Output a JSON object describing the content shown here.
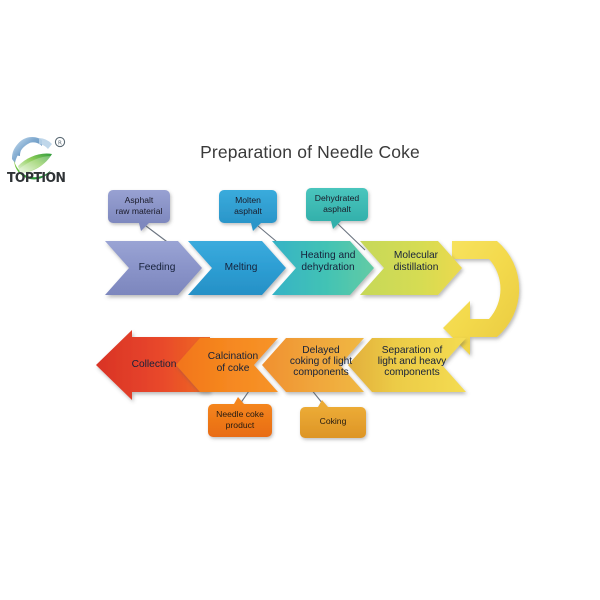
{
  "header": {
    "title": "Preparation of Needle Coke",
    "logo_wordmark": "TOPTION",
    "logo_trademark": "®",
    "logo_icon_name": "toption-circular-swoosh-logo"
  },
  "colors": {
    "background": "#ffffff",
    "title_text": "#3a3a3a",
    "feeding": "#8b95ca",
    "melting": "#2e9fd4",
    "heating": "#3fc0b8",
    "molecular": "#cdd94f",
    "uturn": "#f5dd52",
    "separation": "#f2d44a",
    "delayed_coking": "#f0a33a",
    "calcination": "#f5861f",
    "collection": "#e8402a",
    "callout_asphalt": "#8b95ca",
    "callout_molten": "#2e9fd4",
    "callout_dehydrated": "#3fc0b8",
    "callout_needle": "#ef7a18",
    "callout_coking": "#e5a02e"
  },
  "chart_data": {
    "type": "diagram",
    "title": "Preparation of Needle Coke",
    "diagram_kind": "horizontal-chevron-process-flow-with-u-turn",
    "flow_direction": "top row left-to-right, U-turn at right, bottom row right-to-left",
    "rows": [
      {
        "row": "top",
        "direction": "left-to-right",
        "steps": [
          {
            "index": 1,
            "label": "Feeding",
            "color": "#8b95ca"
          },
          {
            "index": 2,
            "label": "Melting",
            "color": "#2e9fd4"
          },
          {
            "index": 3,
            "label": "Heating and dehydration",
            "color": "#3fc0b8"
          },
          {
            "index": 4,
            "label": "Molecular distillation",
            "color": "#cdd94f"
          }
        ]
      },
      {
        "row": "bottom",
        "direction": "right-to-left",
        "steps": [
          {
            "index": 5,
            "label": "Separation of light and heavy components",
            "color": "#f2d44a"
          },
          {
            "index": 6,
            "label": "Delayed coking of light components",
            "color": "#f0a33a"
          },
          {
            "index": 7,
            "label": "Calcination of coke",
            "color": "#f5861f"
          },
          {
            "index": 8,
            "label": "Collection",
            "color": "#e8402a"
          }
        ]
      }
    ],
    "callouts": [
      {
        "label": "Asphalt raw material",
        "attaches_to": "Feeding",
        "position": "above",
        "color": "#8b95ca"
      },
      {
        "label": "Molten asphalt",
        "attaches_to": "Melting",
        "position": "above",
        "color": "#2e9fd4"
      },
      {
        "label": "Dehydrated asphalt",
        "attaches_to": "Heating and dehydration",
        "position": "above",
        "color": "#3fc0b8"
      },
      {
        "label": "Needle coke product",
        "attaches_to": "Calcination of coke",
        "position": "below",
        "color": "#ef7a18"
      },
      {
        "label": "Coking",
        "attaches_to": "Delayed coking of light components",
        "position": "below",
        "color": "#e5a02e"
      }
    ]
  },
  "steps": {
    "s1": "Feeding",
    "s2": "Melting",
    "s3": "Heating and\ndehydration",
    "s3_line1": "Heating and",
    "s3_line2": "dehydration",
    "s4_line1": "Molecular",
    "s4_line2": "distillation",
    "s5_line1": "Separation of",
    "s5_line2": "light and heavy",
    "s5_line3": "components",
    "s6_line1": "Delayed",
    "s6_line2": "coking of light",
    "s6_line3": "components",
    "s7_line1": "Calcination",
    "s7_line2": "of coke",
    "s8": "Collection"
  },
  "callouts": {
    "c1_line1": "Asphalt",
    "c1_line2": "raw material",
    "c2_line1": "Molten",
    "c2_line2": "asphalt",
    "c3_line1": "Dehydrated",
    "c3_line2": "asphalt",
    "c4_line1": "Needle coke",
    "c4_line2": "product",
    "c5": "Coking"
  }
}
